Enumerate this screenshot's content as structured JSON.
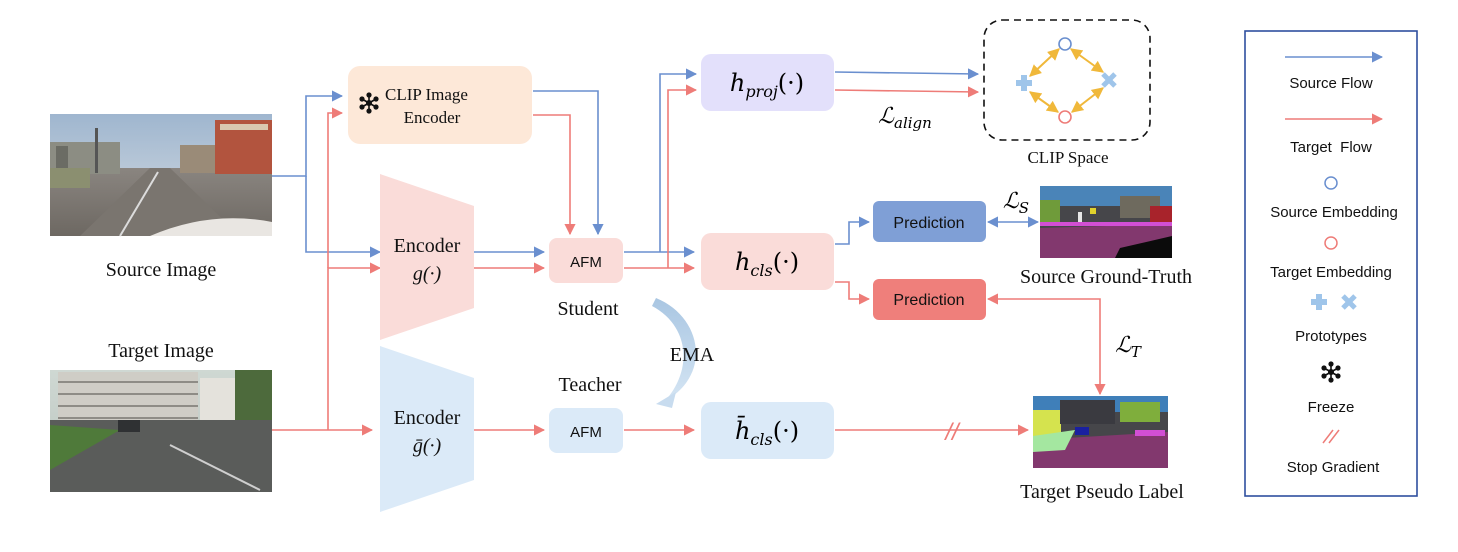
{
  "diagram": {
    "source_image_label": "Source Image",
    "target_image_label": "Target Image",
    "clip_encoder_label_line1": "CLIP Image",
    "clip_encoder_label_line2": "Encoder",
    "student_encoder_label": "Encoder",
    "student_encoder_fn": "g(·)",
    "teacher_encoder_label": "Encoder",
    "teacher_encoder_fn": "ḡ(·)",
    "student_afm": "AFM",
    "teacher_afm": "AFM",
    "student_label": "Student",
    "teacher_label": "Teacher",
    "ema_label": "EMA",
    "h_proj": {
      "base": "h",
      "sub": "proj",
      "args": "(·)"
    },
    "h_cls": {
      "base": "h",
      "sub": "cls",
      "args": "(·)"
    },
    "h_cls_bar": {
      "base": "h̄",
      "sub": "cls",
      "args": "(·)"
    },
    "loss_align": {
      "base": "ℒ",
      "sub": "align"
    },
    "loss_s": {
      "base": "ℒ",
      "sub": "S"
    },
    "loss_t": {
      "base": "ℒ",
      "sub": "T"
    },
    "prediction_source": "Prediction",
    "prediction_target": "Prediction",
    "clip_space_label": "CLIP Space",
    "source_gt_label": "Source Ground-Truth",
    "target_pseudo_label": "Target Pseudo Label",
    "stop_gradient_mark": "//"
  },
  "legend": {
    "items": [
      {
        "label": "Source Flow",
        "icon": "source-flow-arrow-icon"
      },
      {
        "label": "Target  Flow",
        "icon": "target-flow-arrow-icon"
      },
      {
        "label": "Source Embedding",
        "icon": "source-embedding-circle-icon"
      },
      {
        "label": "Target Embedding",
        "icon": "target-embedding-circle-icon"
      },
      {
        "label": "Prototypes",
        "icon": "prototype-plus-cross-icon"
      },
      {
        "label": "Freeze",
        "icon": "snowflake-icon"
      },
      {
        "label": "Stop Gradient",
        "icon": "stop-gradient-icon"
      }
    ]
  },
  "colors": {
    "source_flow": "#6a8fcf",
    "target_flow": "#ee7c78",
    "clip_box": "#fde8d8",
    "student_encoder": "#fadcd9",
    "teacher_encoder": "#dbeaf8",
    "afm_student": "#fadcd9",
    "afm_teacher": "#dbeaf8",
    "h_proj_box": "#e3e0fb",
    "h_cls_box": "#fadcd9",
    "h_cls_bar_box": "#dbeaf8",
    "prediction_source": "#7f9fd6",
    "prediction_target": "#ef7f7b",
    "prototype_arrows": "#f0b83a",
    "legend_border": "#2f4f9f"
  }
}
